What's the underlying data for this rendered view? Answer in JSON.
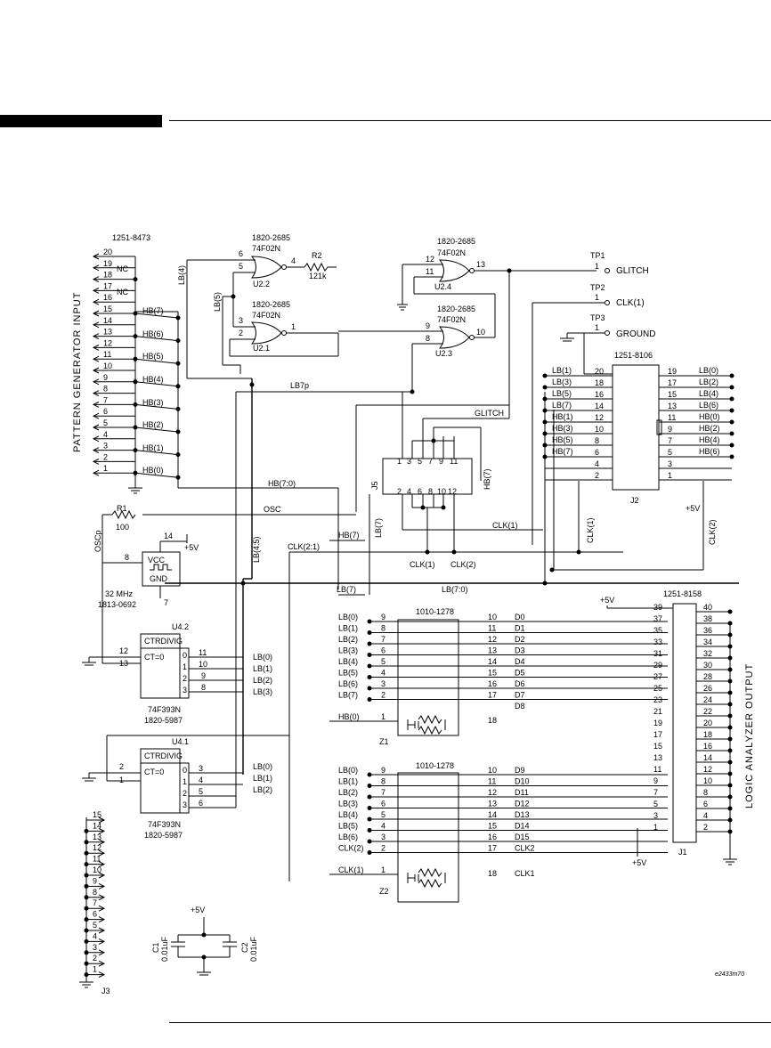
{
  "diagram": {
    "left_connector": {
      "part": "1251-8473",
      "title": "PATTERN GENERATOR INPUT",
      "pins": [
        "20",
        "19",
        "18",
        "17",
        "16",
        "15",
        "14",
        "13",
        "12",
        "11",
        "10",
        "9",
        "8",
        "7",
        "6",
        "5",
        "4",
        "3",
        "2",
        "1"
      ],
      "nc_labels": [
        "NC",
        "NC"
      ],
      "hb_labels": [
        "HB(7)",
        "HB(6)",
        "HB(5)",
        "HB(4)",
        "HB(3)",
        "HB(2)",
        "HB(1)",
        "HB(0)"
      ]
    },
    "gates": {
      "u22": {
        "part": "1820-2685",
        "type": "74F02N",
        "ref": "U2.2",
        "pins": [
          "6",
          "5",
          "4"
        ]
      },
      "u21": {
        "part": "1820-2685",
        "type": "74F02N",
        "ref": "U2.1",
        "pins": [
          "3",
          "2",
          "1"
        ]
      },
      "u24": {
        "part": "1820-2685",
        "type": "74F02N",
        "ref": "U2.4",
        "pins": [
          "12",
          "11",
          "13"
        ]
      },
      "u23": {
        "part": "1820-2685",
        "type": "74F02N",
        "ref": "U2.3",
        "pins": [
          "9",
          "8",
          "10"
        ]
      }
    },
    "resistor_r2": {
      "ref": "R2",
      "value": "121k"
    },
    "testpoints": {
      "tp1": {
        "ref": "TP1",
        "pin": "1",
        "label": "GLITCH"
      },
      "tp2": {
        "ref": "TP2",
        "pin": "1",
        "label": "CLK(1)"
      },
      "tp3": {
        "ref": "TP3",
        "pin": "1",
        "label": "GROUND"
      }
    },
    "nets": {
      "lb4": "LB(4)",
      "lb5": "LB(5)",
      "lb7p": "LB7p",
      "glitch": "GLITCH",
      "hb70": "HB(7:0)",
      "osc": "OSC",
      "hb7": "HB(7)",
      "lb7": "LB(7)",
      "lb45": "LB(4:5)",
      "clk21": "CLK(2:1)",
      "clk1a": "CLK(1)",
      "clk2a": "CLK(2)",
      "lb70": "LB(7:0)",
      "lb7b": "LB(7)",
      "clk1v": "CLK(1)",
      "clk1v2": "CLK(1)",
      "clk2v": "CLK(2)",
      "oscp": "OSCp"
    },
    "j5": {
      "ref": "J5",
      "top_pins": [
        "1",
        "3",
        "5",
        "7",
        "9",
        "11"
      ],
      "bottom_pins": [
        "2",
        "4",
        "6",
        "8",
        "10",
        "12"
      ]
    },
    "j2": {
      "part": "1251-8106",
      "ref": "J2",
      "left_pins": [
        "20",
        "18",
        "16",
        "14",
        "12",
        "10",
        "8",
        "6",
        "4",
        "2"
      ],
      "right_pins": [
        "19",
        "17",
        "15",
        "13",
        "11",
        "9",
        "7",
        "5",
        "3",
        "1"
      ],
      "left_labels": [
        "LB(1)",
        "LB(3)",
        "LB(5)",
        "LB(7)",
        "HB(1)",
        "HB(3)",
        "HB(5)",
        "HB(7)"
      ],
      "right_labels": [
        "LB(0)",
        "LB(2)",
        "LB(4)",
        "LB(6)",
        "HB(0)",
        "HB(2)",
        "HB(4)",
        "HB(6)"
      ],
      "supply": "+5V"
    },
    "oscillator": {
      "r1_ref": "R1",
      "r1_value": "100",
      "pin14": "14",
      "pin8": "8",
      "pin7": "7",
      "vcc": "VCC",
      "gnd": "GND",
      "supply": "+5V",
      "freq": "32 MHz",
      "part": "1813-0692"
    },
    "counter_u42": {
      "ref": "U4.2",
      "label": "CTRDIVIG",
      "ct": "CT=0",
      "in_pins": [
        "12",
        "13"
      ],
      "out_bits": [
        "0",
        "1",
        "2",
        "3"
      ],
      "out_pins": [
        "11",
        "10",
        "9",
        "8"
      ],
      "out_labels": [
        "LB(0)",
        "LB(1)",
        "LB(2)",
        "LB(3)"
      ],
      "type": "74F393N",
      "part": "1820-5987"
    },
    "counter_u41": {
      "ref": "U4.1",
      "label": "CTRDIVIG",
      "ct": "CT=0",
      "in_pins": [
        "2",
        "1"
      ],
      "out_bits": [
        "0",
        "1",
        "2",
        "3"
      ],
      "out_pins": [
        "3",
        "4",
        "5",
        "6"
      ],
      "out_labels": [
        "LB(0)",
        "LB(1)",
        "LB(2)"
      ],
      "type": "74F393N",
      "part": "1820-5987"
    },
    "z1": {
      "ref": "Z1",
      "part": "1010-1278",
      "in_labels": [
        "LB(0)",
        "LB(1)",
        "LB(2)",
        "LB(3)",
        "LB(4)",
        "LB(5)",
        "LB(6)",
        "LB(7)"
      ],
      "in_pins": [
        "9",
        "8",
        "7",
        "6",
        "5",
        "4",
        "3",
        "2"
      ],
      "out_pins": [
        "10",
        "11",
        "12",
        "13",
        "14",
        "15",
        "16",
        "17"
      ],
      "out_labels": [
        "D0",
        "D1",
        "D2",
        "D3",
        "D4",
        "D5",
        "D6",
        "D7"
      ],
      "extra_in_label": "HB(0)",
      "extra_in_pin": "1",
      "extra_out_pin": "18",
      "extra_out_label": "D8"
    },
    "z2": {
      "ref": "Z2",
      "part": "1010-1278",
      "in_labels": [
        "LB(0)",
        "LB(1)",
        "LB(2)",
        "LB(3)",
        "LB(4)",
        "LB(5)",
        "LB(6)",
        "CLK(2)"
      ],
      "in_pins": [
        "9",
        "8",
        "7",
        "6",
        "5",
        "4",
        "3",
        "2"
      ],
      "out_pins": [
        "10",
        "11",
        "12",
        "13",
        "14",
        "15",
        "16",
        "17"
      ],
      "out_labels": [
        "D9",
        "D10",
        "D11",
        "D12",
        "D13",
        "D14",
        "D15",
        "CLK2"
      ],
      "extra_in_label": "CLK(1)",
      "extra_in_pin": "1",
      "extra_out_pin": "18",
      "extra_out_label": "CLK1"
    },
    "j1": {
      "part": "1251-8158",
      "ref": "J1",
      "title": "LOGIC ANALYZER OUTPUT",
      "left_pins": [
        "39",
        "37",
        "35",
        "33",
        "31",
        "29",
        "27",
        "25",
        "23",
        "21",
        "19",
        "17",
        "15",
        "13",
        "11",
        "9",
        "7",
        "5",
        "3",
        "1"
      ],
      "right_pins": [
        "40",
        "38",
        "36",
        "34",
        "32",
        "30",
        "28",
        "26",
        "24",
        "22",
        "20",
        "18",
        "16",
        "14",
        "12",
        "10",
        "8",
        "6",
        "4",
        "2"
      ],
      "supply_top": "+5V",
      "supply_bottom": "+5V"
    },
    "j3": {
      "ref": "J3",
      "pins": [
        "15",
        "14",
        "13",
        "12",
        "11",
        "10",
        "9",
        "8",
        "7",
        "6",
        "5",
        "4",
        "3",
        "2",
        "1"
      ]
    },
    "caps": {
      "supply": "+5V",
      "c1_ref": "C1",
      "c1_value": "0.01uF",
      "c2_ref": "C2",
      "c2_value": "0.01uF"
    },
    "drawing_id": "e2433m70"
  }
}
